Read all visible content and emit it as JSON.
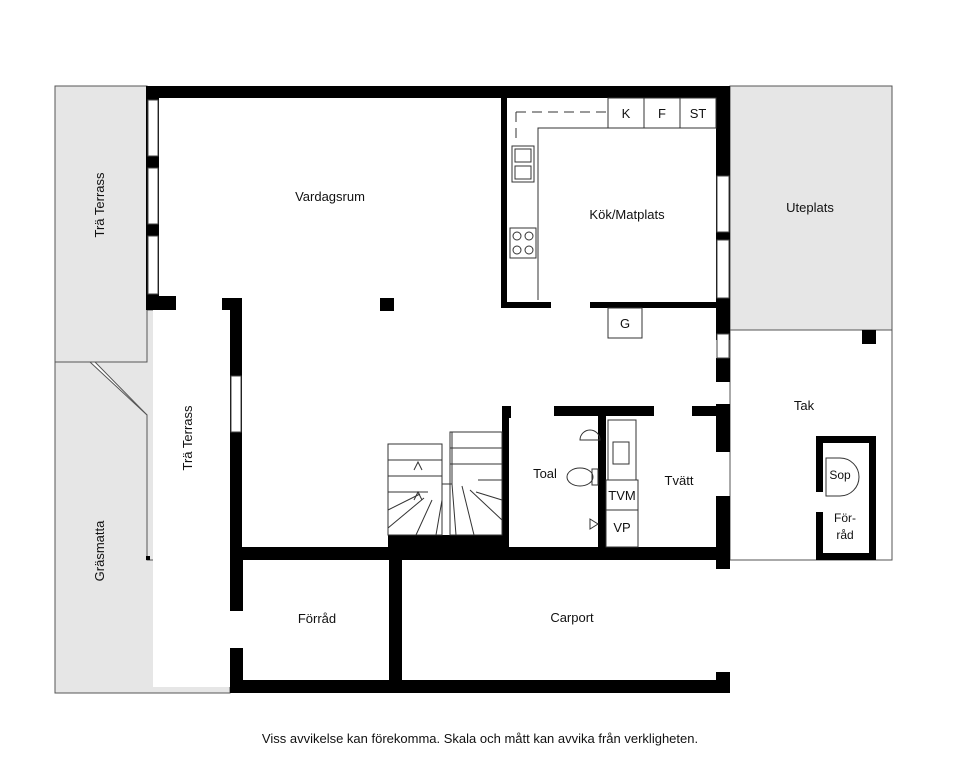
{
  "rooms": {
    "vardagsrum": "Vardagsrum",
    "kok": "Kök/Matplats",
    "uteplats": "Uteplats",
    "tak": "Tak",
    "toal": "Toal",
    "tvatt": "Tvätt",
    "forrad": "Förråd",
    "carport": "Carport",
    "tra_terrass": "Trä Terrass",
    "grasmatta": "Gräsmatta",
    "sop": "Sop",
    "forrad_small_1": "För-",
    "forrad_small_2": "råd"
  },
  "appliances": {
    "k": "K",
    "f": "F",
    "st": "ST",
    "g": "G",
    "tvm": "TVM",
    "vp": "VP"
  },
  "footer": {
    "disclaimer": "Viss avvikelse kan förekomma. Skala och mått kan avvika från verkligheten."
  }
}
